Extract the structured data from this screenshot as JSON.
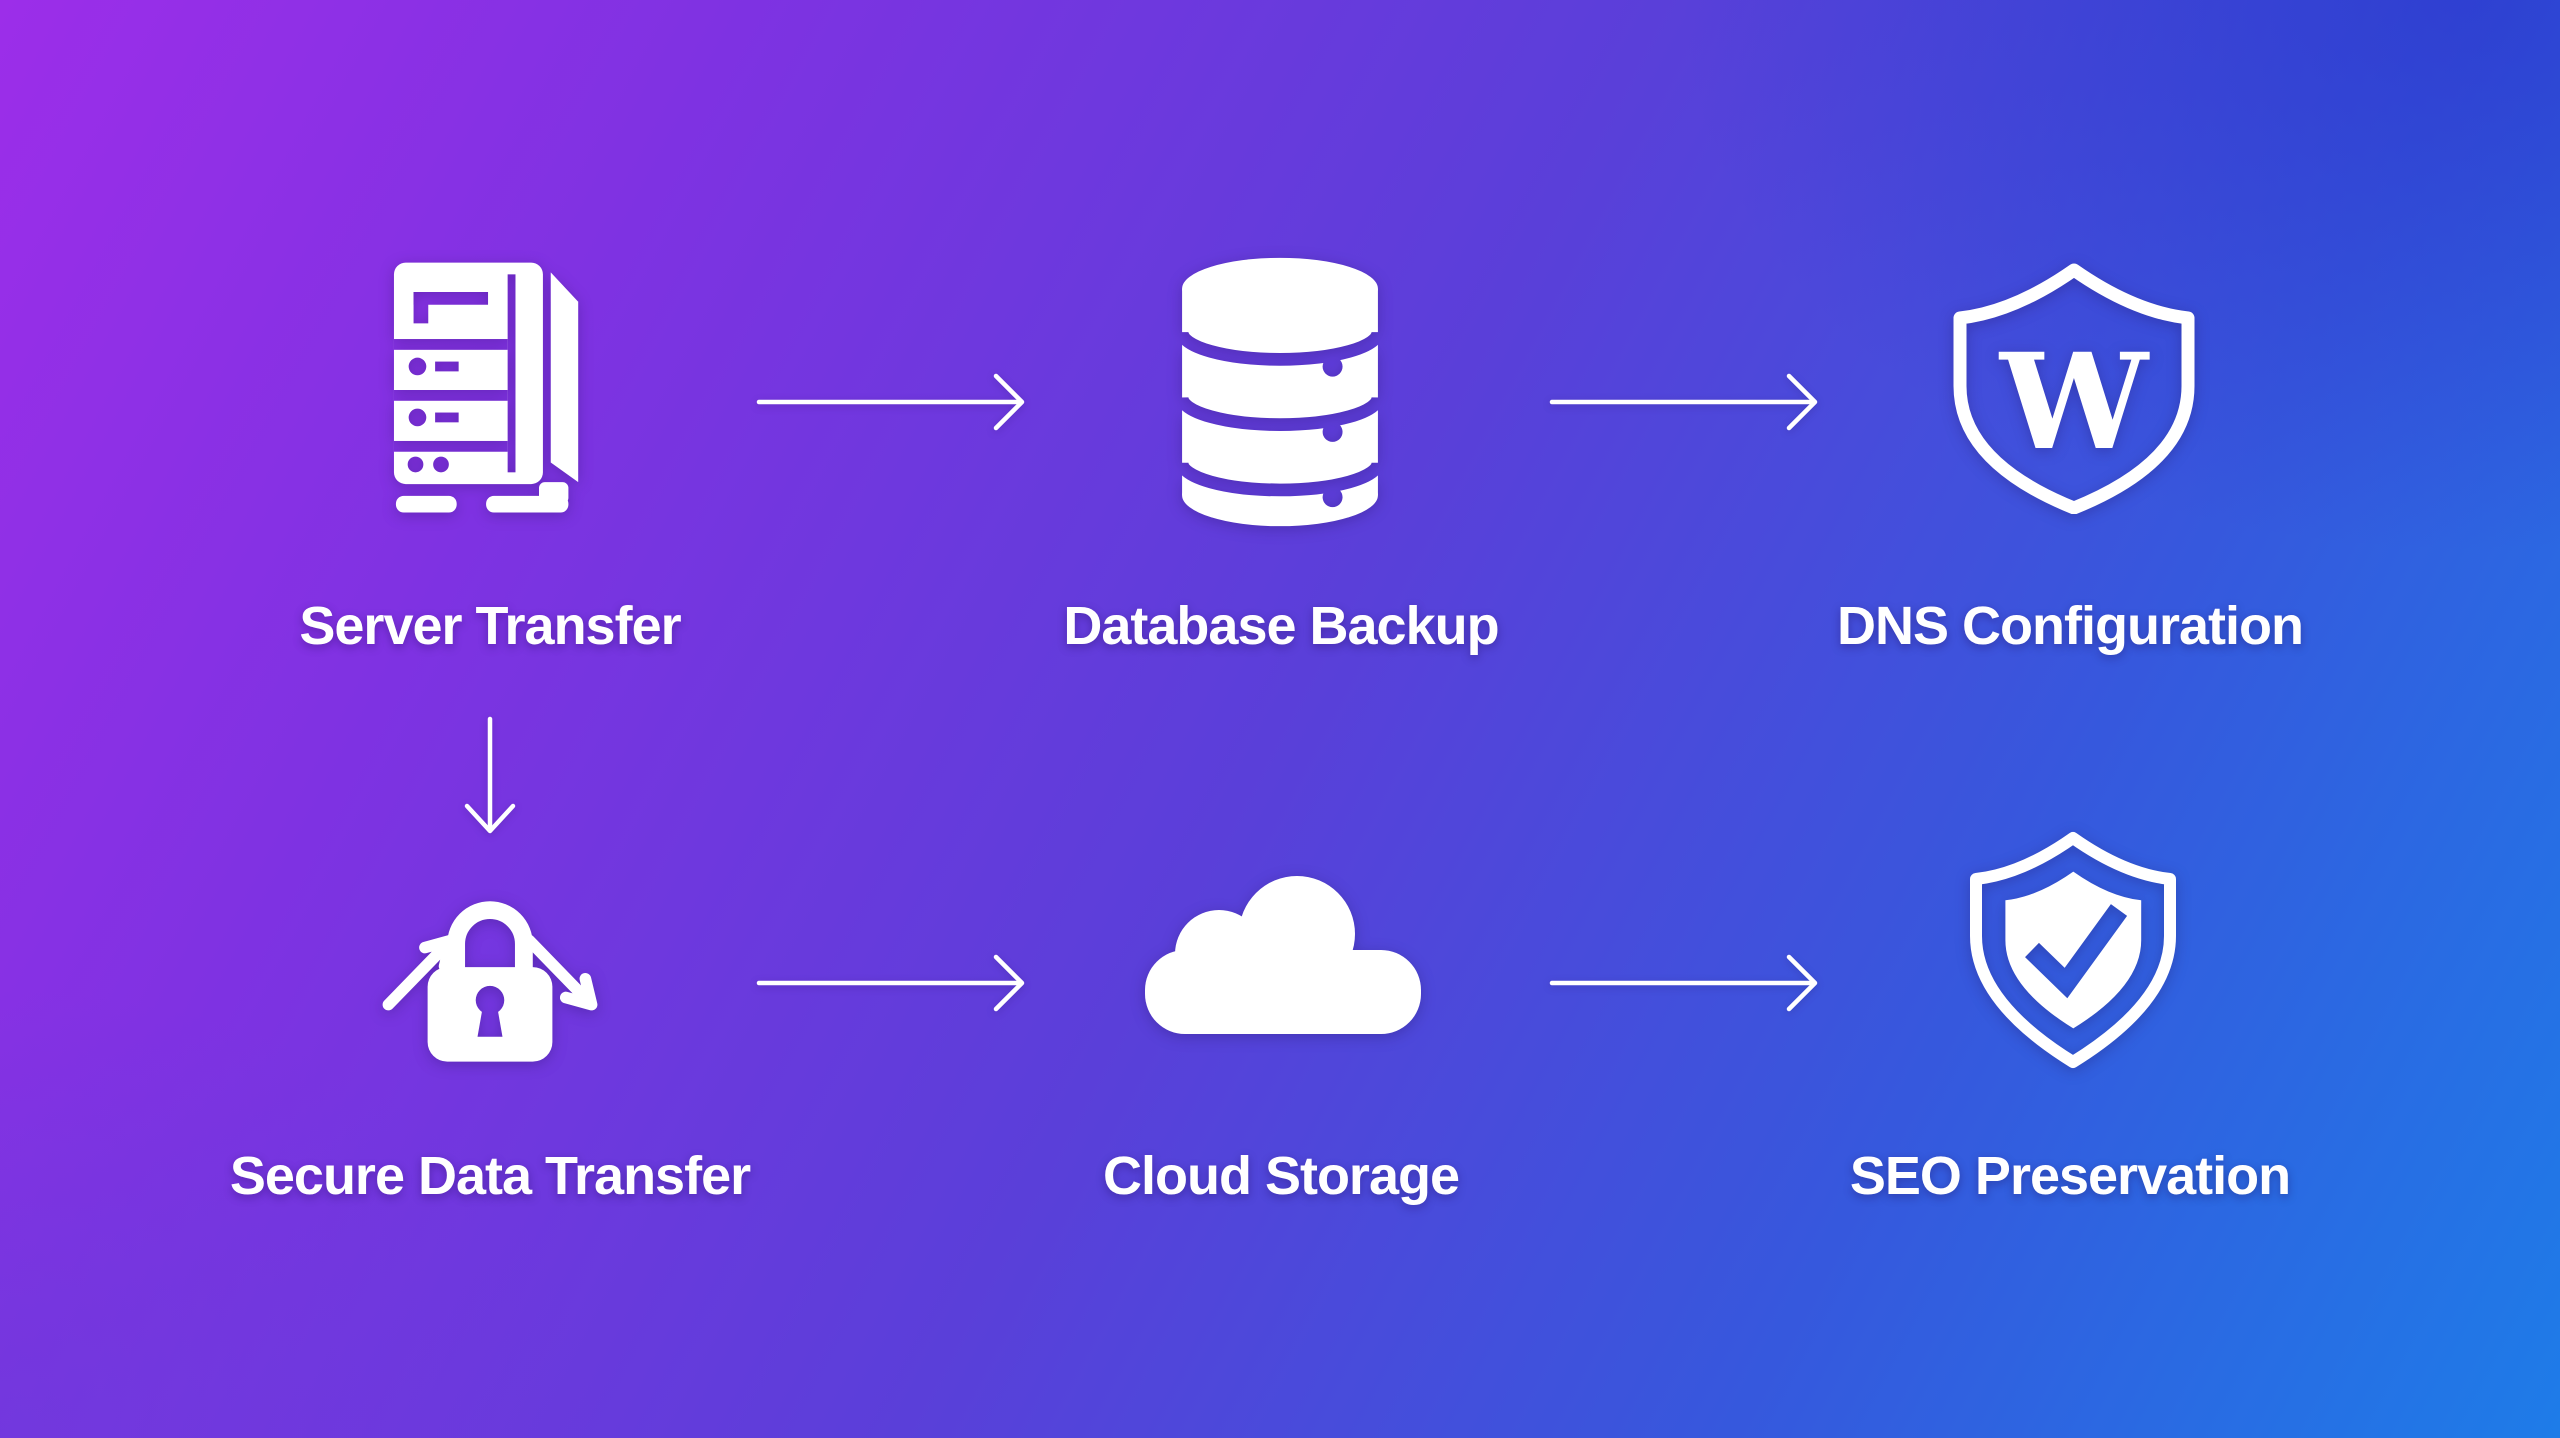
{
  "diagram": {
    "rows": 2,
    "cols": 3,
    "nodes": [
      {
        "label": "Server Transfer",
        "icon": "server-icon",
        "row": 1,
        "col": 1
      },
      {
        "label": "Database Backup",
        "icon": "database-icon",
        "row": 1,
        "col": 2
      },
      {
        "label": "DNS Configuration",
        "icon": "shield-w-icon",
        "row": 1,
        "col": 3,
        "icon_letter": "W"
      },
      {
        "label": "Secure Data Transfer",
        "icon": "secure-lock-icon",
        "row": 2,
        "col": 1
      },
      {
        "label": "Cloud Storage",
        "icon": "cloud-icon",
        "row": 2,
        "col": 2
      },
      {
        "label": "SEO Preservation",
        "icon": "shield-check-icon",
        "row": 2,
        "col": 3
      }
    ],
    "connections": [
      {
        "from": "Server Transfer",
        "to": "Database Backup",
        "direction": "right"
      },
      {
        "from": "Database Backup",
        "to": "DNS Configuration",
        "direction": "right"
      },
      {
        "from": "Server Transfer",
        "to": "Secure Data Transfer",
        "direction": "down"
      },
      {
        "from": "Secure Data Transfer",
        "to": "Cloud Storage",
        "direction": "right"
      },
      {
        "from": "Cloud Storage",
        "to": "SEO Preservation",
        "direction": "right"
      }
    ]
  },
  "colors": {
    "gradient_top_left": "#9c2ee9",
    "gradient_center": "#5a3fd9",
    "gradient_bottom_right": "#1e7ce8",
    "icon_color": "#ffffff",
    "arrow_color": "#ffffff",
    "label_color": "#ffffff"
  }
}
